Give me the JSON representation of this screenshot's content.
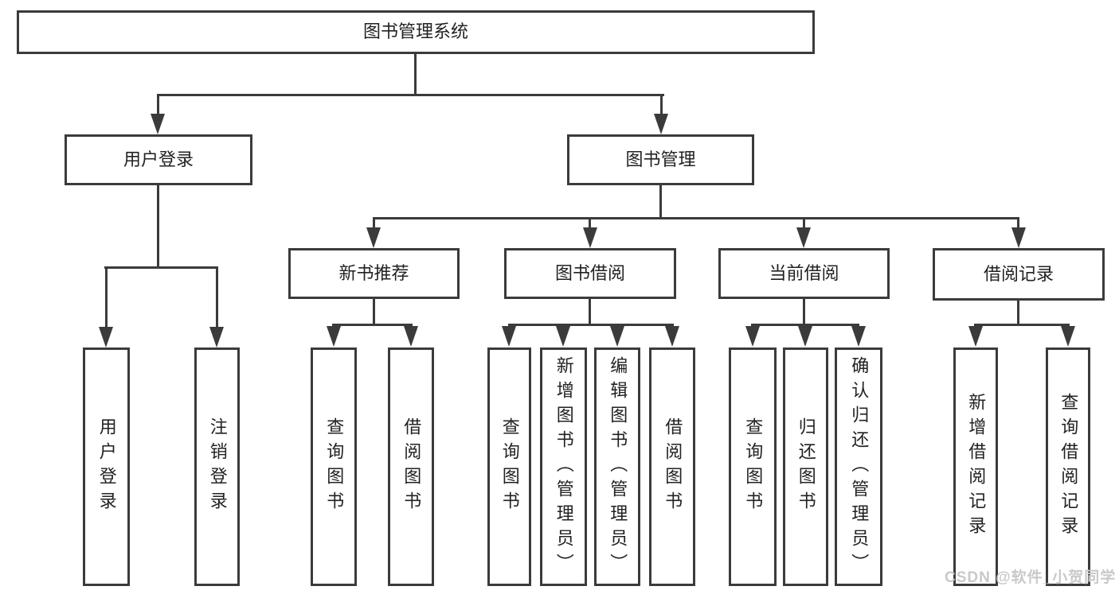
{
  "nodes": {
    "root": "图书管理系统",
    "user_login": "用户登录",
    "book_management": "图书管理",
    "new_book_recommend": "新书推荐",
    "book_borrowing": "图书借阅",
    "current_borrowing": "当前借阅",
    "borrowing_records": "借阅记录",
    "leaf_user_login": "用户登录",
    "leaf_logout": "注销登录",
    "leaf_nb_query_books": "查询图书",
    "leaf_nb_borrow_books": "借阅图书",
    "leaf_bb_query_books": "查询图书",
    "leaf_bb_add_books": "新增图书（管理员）",
    "leaf_bb_edit_books": "编辑图书（管理员）",
    "leaf_bb_borrow_books": "借阅图书",
    "leaf_cb_query_books": "查询图书",
    "leaf_cb_return_books": "归还图书",
    "leaf_cb_confirm_return": "确认归还（管理员）",
    "leaf_br_add_record": "新增借阅记录",
    "leaf_br_query_record": "查询借阅记录"
  },
  "hierarchy": {
    "图书管理系统": {
      "用户登录": [
        "用户登录",
        "注销登录"
      ],
      "图书管理": {
        "新书推荐": [
          "查询图书",
          "借阅图书"
        ],
        "图书借阅": [
          "查询图书",
          "新增图书（管理员）",
          "编辑图书（管理员）",
          "借阅图书"
        ],
        "当前借阅": [
          "查询图书",
          "归还图书",
          "确认归还（管理员）"
        ],
        "借阅记录": [
          "新增借阅记录",
          "查询借阅记录"
        ]
      }
    }
  },
  "watermark": "CSDN @软件_小贺同学",
  "colors": {
    "line": "#3b3b3b",
    "text": "#222222",
    "watermark": "#c9c9c9",
    "background": "#ffffff"
  }
}
